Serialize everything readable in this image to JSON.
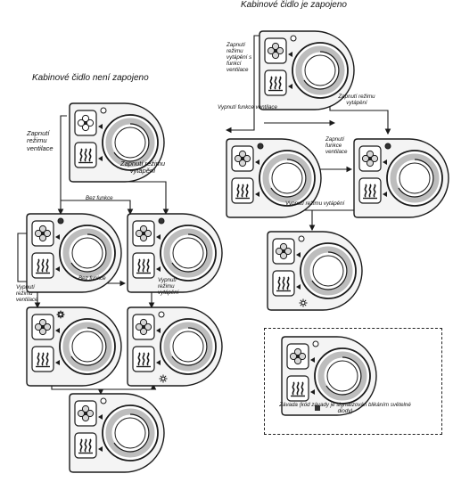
{
  "headings": {
    "connected": "Kabinové čidlo je zapojeno",
    "not_connected": "Kabinové čidlo není zapojeno"
  },
  "labels": {
    "vent_on_top": "Zapnutí režimu ventilace",
    "heat_on_top": "Zapnutí režimu vytápění",
    "no_func_1": "Bez funkce",
    "no_func_2": "Bez funkce",
    "vent_off": "Vypnutí režimu ventilace",
    "heat_off": "Vypnutí režimu vytápění",
    "heat_on_with_vent": "Zapnutí režimu vytápění s funkcí ventilace",
    "vent_off_function": "Vypnutí funkce ventilace",
    "heat_mode_on_right": "Zapnutí režimu vytápění",
    "function_on": "Zapnutí funkce ventilace",
    "heat_mode_off_right": "Vypnutí režimu vytápění",
    "fault_note": "Závada (kód závady je signalizován blikáním světelné diody)"
  },
  "colors": {
    "line": "#1a1a1a",
    "ring": "#bdbdbd",
    "panel": "#f4f4f4"
  }
}
